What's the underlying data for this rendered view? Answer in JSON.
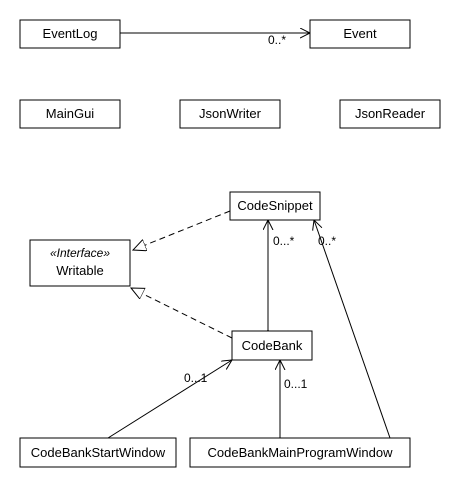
{
  "classes": {
    "event_log": "EventLog",
    "event": "Event",
    "main_gui": "MainGui",
    "json_writer": "JsonWriter",
    "json_reader": "JsonReader",
    "code_snippet": "CodeSnippet",
    "writable_stereotype": "«Interface»",
    "writable": "Writable",
    "code_bank": "CodeBank",
    "code_bank_start_window": "CodeBankStartWindow",
    "code_bank_main_program_window": "CodeBankMainProgramWindow"
  },
  "multiplicities": {
    "eventlog_event": "0..*",
    "codebank_codesnippet": "0...*",
    "mainwindow_codesnippet": "0..*",
    "startwindow_codebank": "0...1",
    "mainwindow_codebank": "0...1"
  },
  "colors": {
    "stroke": "#000000",
    "fill": "#ffffff"
  }
}
